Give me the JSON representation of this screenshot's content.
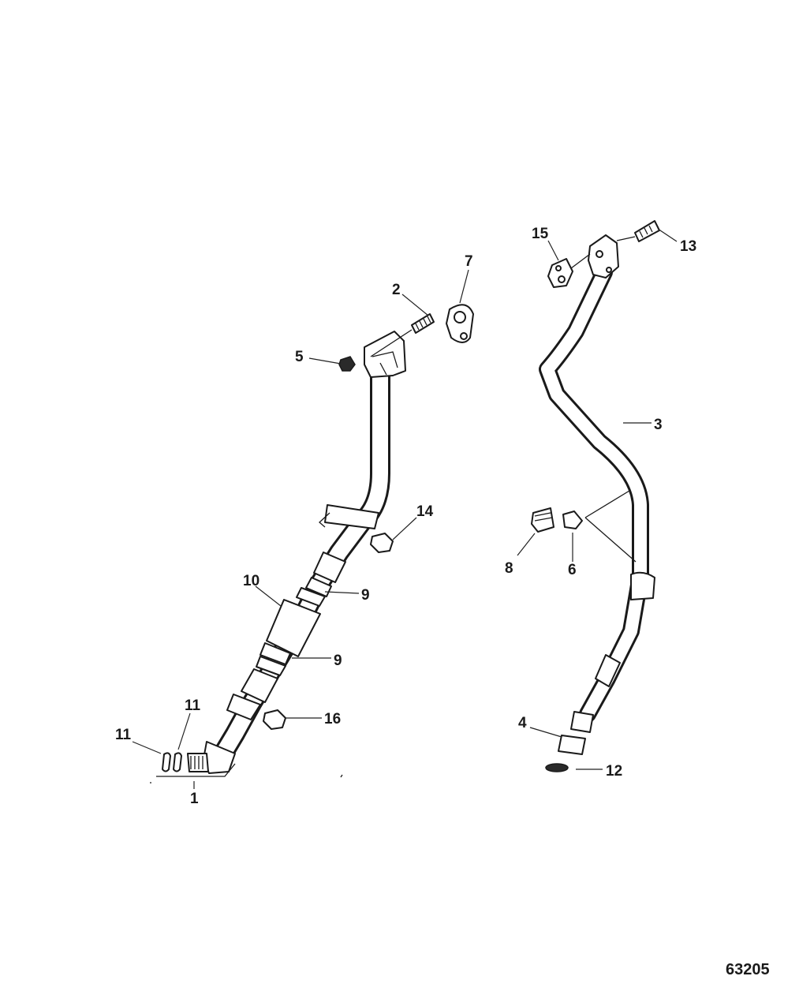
{
  "figure_number": "63205",
  "callouts": [
    "1",
    "2",
    "3",
    "4",
    "5",
    "6",
    "7",
    "8",
    "9",
    "9",
    "10",
    "11",
    "11",
    "12",
    "13",
    "14",
    "15",
    "16"
  ]
}
